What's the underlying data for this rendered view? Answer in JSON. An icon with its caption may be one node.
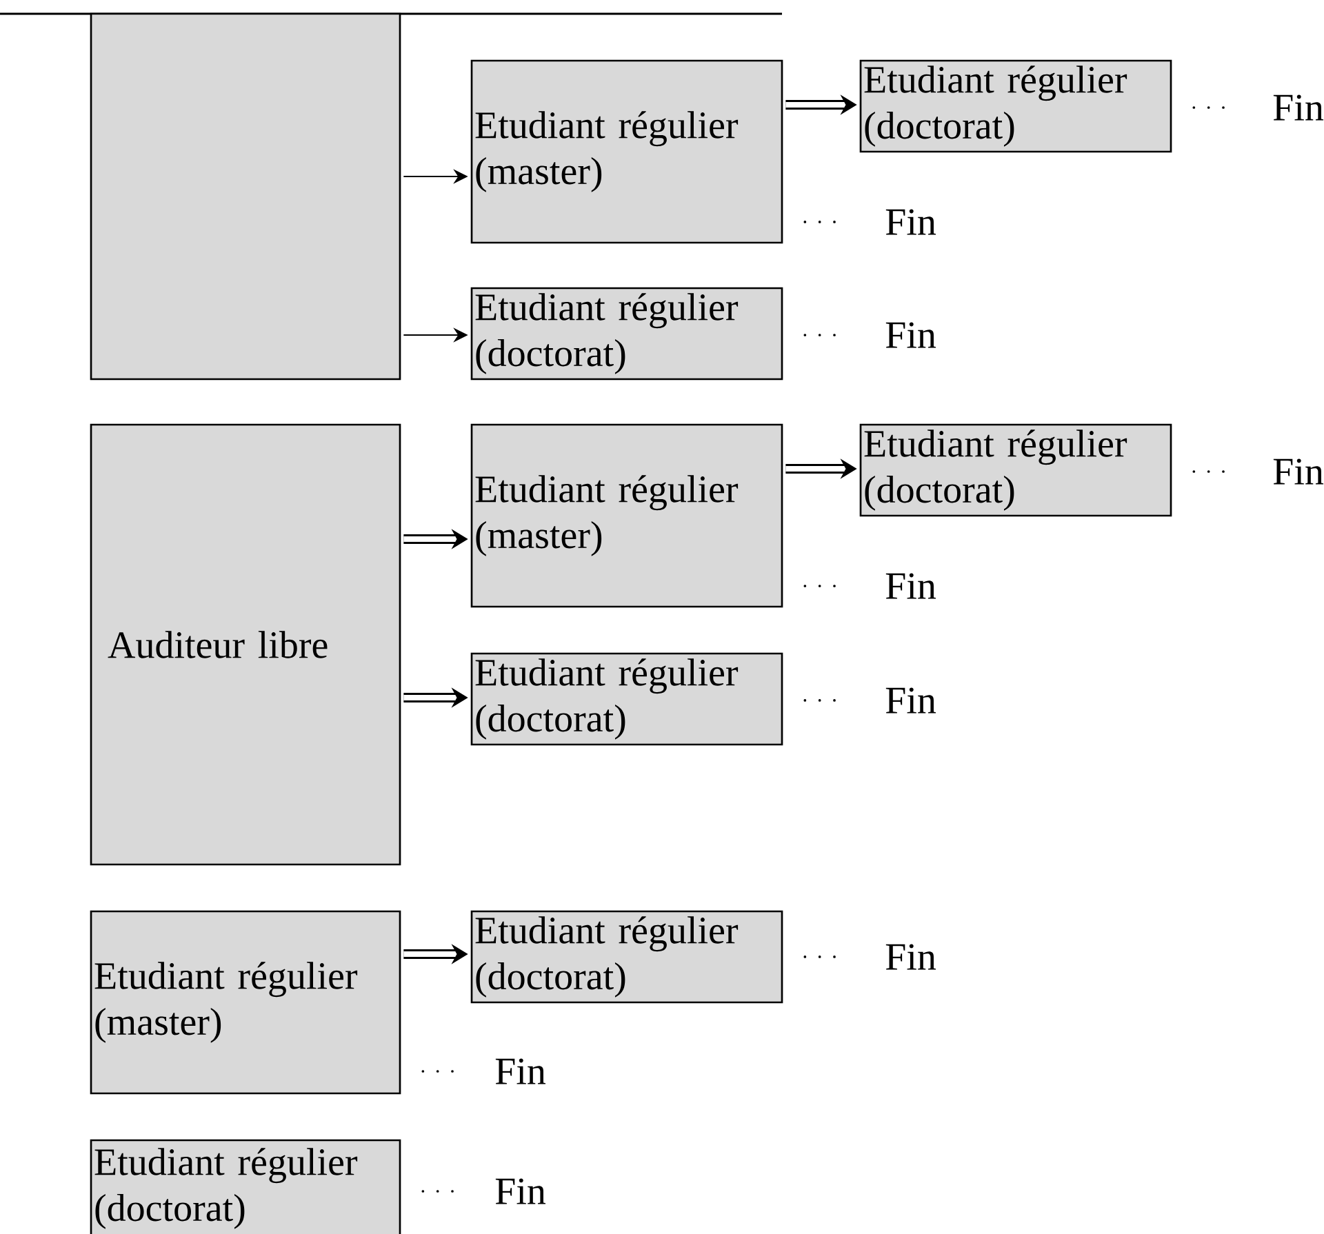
{
  "diagram": {
    "nodes": [
      {
        "text": [],
        "shape": "box"
      },
      {
        "text": [
          "Etudiant régulier (master)"
        ]
      },
      {
        "text": [
          "Etudiant régulier (doctorat)"
        ]
      },
      {
        "text": [
          "Fin"
        ]
      },
      {
        "text": [
          "Fin"
        ]
      },
      {
        "text": [
          "Etudiant régulier (doctorat)"
        ]
      },
      {
        "text": [
          "Fin"
        ]
      },
      {
        "text": [
          "Auditeur libre"
        ]
      },
      {
        "text": [
          "Etudiant régulier (master)"
        ]
      },
      {
        "text": [
          "Etudiant régulier (doctorat)"
        ]
      },
      {
        "text": [
          "Fin"
        ]
      },
      {
        "text": [
          "Fin"
        ]
      },
      {
        "text": [
          "Etudiant régulier (doctorat)"
        ]
      },
      {
        "text": [
          "Fin"
        ]
      },
      {
        "text": [
          "Etudiant régulier (master)"
        ]
      },
      {
        "text": [
          "Etudiant régulier (doctorat)"
        ]
      },
      {
        "text": [
          "Fin"
        ]
      },
      {
        "text": [
          "Fin"
        ]
      },
      {
        "text": [
          "Etudiant régulier (doctorat)"
        ]
      },
      {
        "text": [
          "Fin"
        ]
      }
    ],
    "edges": [
      {
        "from": 0,
        "to": 1,
        "arrow": "to"
      },
      {
        "from": 1,
        "to": 2,
        "arrow": "to",
        "style": "thick"
      },
      {
        "from": 2,
        "to": 3,
        "arrow": "none",
        "style": "dashed"
      },
      {
        "from": 1,
        "to": 4,
        "arrow": "none",
        "style": "dashed"
      },
      {
        "from": 0,
        "to": 5,
        "arrow": "to"
      },
      {
        "from": 5,
        "to": 6,
        "arrow": "none",
        "style": "dashed"
      },
      {
        "from": 7,
        "to": 8,
        "arrow": "to",
        "style": "thick"
      },
      {
        "from": 8,
        "to": 9,
        "arrow": "to",
        "style": "thick"
      },
      {
        "from": 9,
        "to": 10,
        "arrow": "none",
        "style": "dashed"
      },
      {
        "from": 8,
        "to": 11,
        "arrow": "none",
        "style": "dashed"
      },
      {
        "from": 7,
        "to": 12,
        "arrow": "to",
        "style": "thick"
      },
      {
        "from": 12,
        "to": 13,
        "arrow": "none",
        "style": "dashed"
      },
      {
        "from": 14,
        "to": 15,
        "arrow": "to",
        "style": "thick"
      },
      {
        "from": 15,
        "to": 16,
        "arrow": "none",
        "style": "dashed"
      },
      {
        "from": 14,
        "to": 17,
        "arrow": "none",
        "style": "dashed"
      },
      {
        "from": 18,
        "to": 19,
        "arrow": "none",
        "style": "dashed"
      }
    ]
  }
}
